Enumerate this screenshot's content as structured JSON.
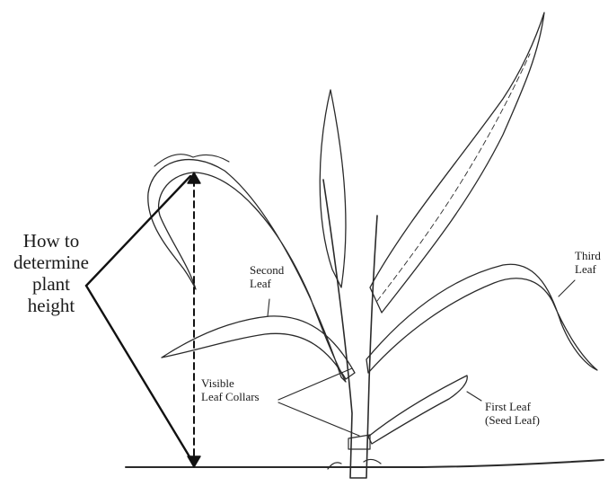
{
  "labels": {
    "plant_height": [
      "How to",
      "determine",
      "plant",
      "height"
    ],
    "second_leaf": [
      "Second",
      "Leaf"
    ],
    "third_leaf": [
      "Third",
      "Leaf"
    ],
    "visible_leaf_collars": [
      "Visible",
      "Leaf Collars"
    ],
    "first_leaf": [
      "First Leaf",
      "(Seed Leaf)"
    ]
  }
}
